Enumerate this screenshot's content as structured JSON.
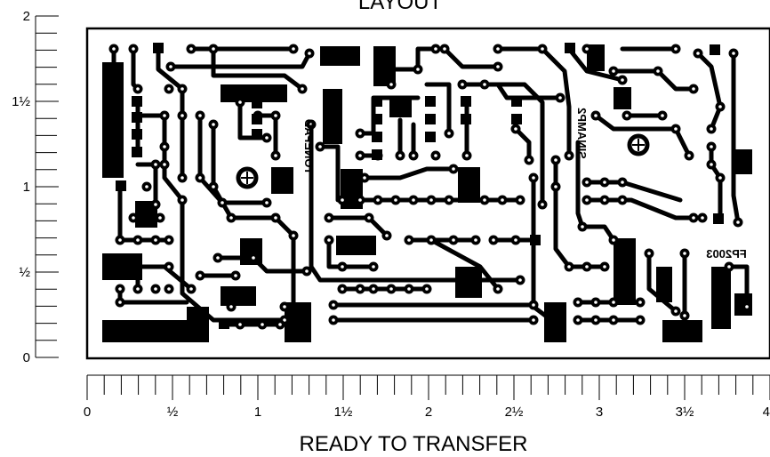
{
  "header": {
    "title": "LAYOUT"
  },
  "footer": {
    "status": "READY TO TRANSFER"
  },
  "vertical_ruler": {
    "unit": "inch",
    "max": 2,
    "labels": [
      {
        "value": 0,
        "text": "0"
      },
      {
        "value": 0.5,
        "text": "½"
      },
      {
        "value": 1,
        "text": "1"
      },
      {
        "value": 1.5,
        "text": "1½"
      },
      {
        "value": 2,
        "text": "2"
      }
    ]
  },
  "horizontal_ruler": {
    "unit": "inch",
    "max": 4,
    "labels": [
      {
        "value": 0,
        "text": "0"
      },
      {
        "value": 0.5,
        "text": "½"
      },
      {
        "value": 1,
        "text": "1"
      },
      {
        "value": 1.5,
        "text": "1½"
      },
      {
        "value": 2,
        "text": "2"
      },
      {
        "value": 2.5,
        "text": "2½"
      },
      {
        "value": 3,
        "text": "3"
      },
      {
        "value": 3.5,
        "text": "3½"
      },
      {
        "value": 4,
        "text": "4"
      }
    ]
  },
  "board": {
    "labels": {
      "tonepad": "TONEPAD",
      "sinamp": "SINAMP2",
      "code": "FP2003"
    },
    "colors": {
      "copper": "#000000",
      "background": "#ffffff"
    }
  }
}
